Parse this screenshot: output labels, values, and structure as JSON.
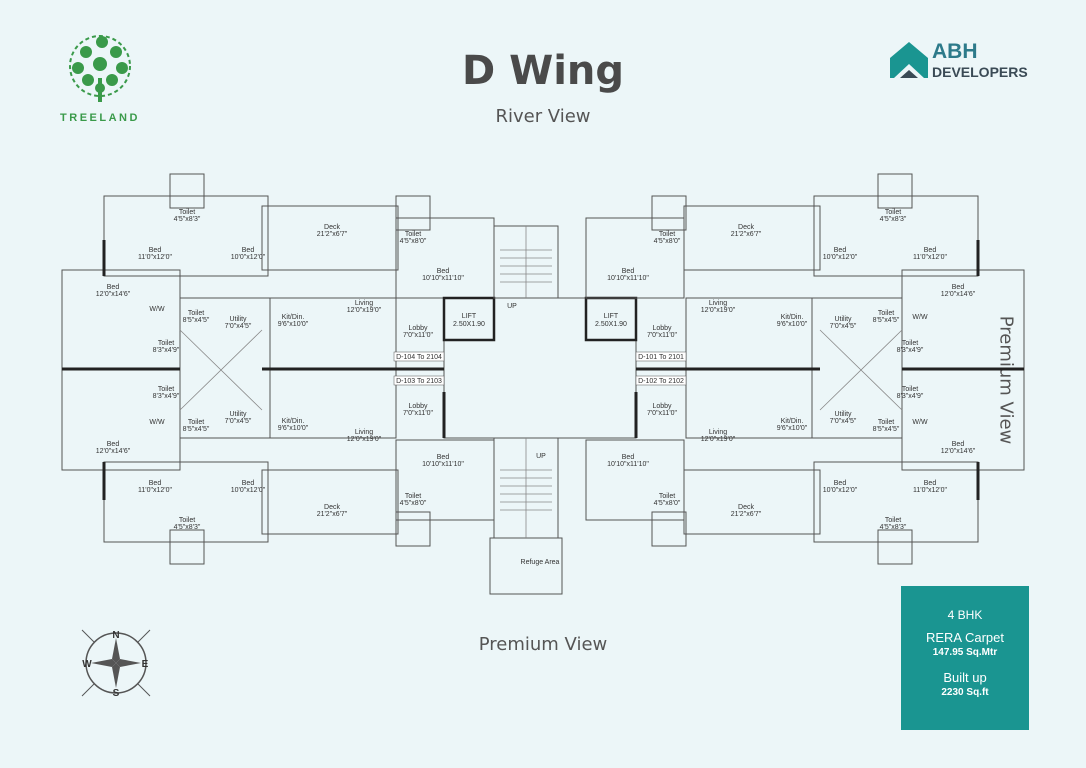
{
  "header": {
    "title": "D Wing",
    "top_view": "River View",
    "bottom_view": "Premium View",
    "right_view": "Premium View"
  },
  "logos": {
    "treeland": "TREELAND",
    "developer_name": "ABH",
    "developer_sub": "DEVELOPERS"
  },
  "info": {
    "unit_type": "4 BHK",
    "carpet_label": "RERA Carpet",
    "carpet_value": "147.95 Sq.Mtr",
    "builtup_label": "Built up",
    "builtup_value": "2230 Sq.ft"
  },
  "compass": {
    "n": "N",
    "s": "S",
    "e": "E",
    "w": "W"
  },
  "plan": {
    "flat_labels": [
      "D-104 To 2104",
      "D-103 To 2103",
      "D-101 To 2101",
      "D-102 To 2102"
    ],
    "lift_label": "LIFT",
    "lift_size": "2.50X1.90",
    "up_label": "UP",
    "refuge_label": "Refuge Area",
    "room_bed": "Bed",
    "room_toilet": "Toilet",
    "room_deck": "Deck",
    "room_living": "Living",
    "room_kit": "Kit/Din.",
    "room_utility": "Utility",
    "room_lobby": "Lobby",
    "room_ww": "W/W",
    "dim_deck": "21'2\"x6'7\"",
    "dim_living": "12'0\"x19'0\"",
    "dim_kit": "9'6\"x10'0\"",
    "dim_lobby": "7'0\"x11'0\"",
    "dim_utility": "7'0\"x4'5\"",
    "dim_bed_a": "11'0\"x12'0\"",
    "dim_bed_b": "10'0\"x12'0\"",
    "dim_bed_c": "10'10\"x11'10\"",
    "dim_bed_d": "12'0\"x14'6\"",
    "dim_toilet_a": "4'5\"x8'3\"",
    "dim_toilet_b": "4'5\"x8'0\"",
    "dim_toilet_c": "8'5\"x4'5\"",
    "dim_toilet_d": "8'3\"x4'9\""
  }
}
